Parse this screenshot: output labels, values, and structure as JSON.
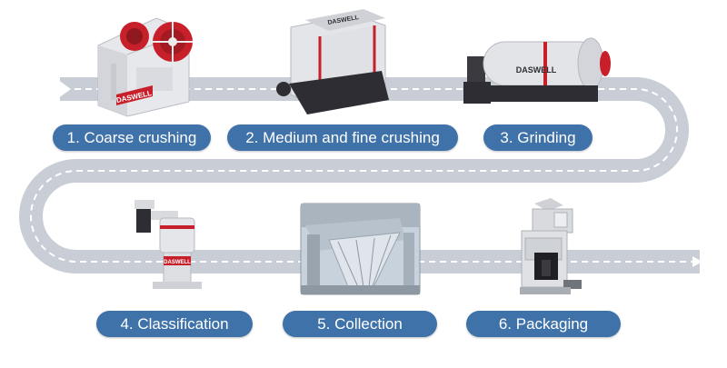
{
  "steps": [
    {
      "label": "1. Coarse crushing",
      "machine": "jaw-crusher",
      "brand": "DASWELL"
    },
    {
      "label": "2. Medium and fine crushing",
      "machine": "impact-crusher",
      "brand": "DASWELL"
    },
    {
      "label": "3. Grinding",
      "machine": "ball-mill",
      "brand": "DASWELL"
    },
    {
      "label": "4. Classification",
      "machine": "air-classifier",
      "brand": "DASWELL"
    },
    {
      "label": "5. Collection",
      "machine": "dust-collector-photo"
    },
    {
      "label": "6. Packaging",
      "machine": "packing-machine"
    }
  ],
  "colors": {
    "road": "#c9cdd6",
    "road_dash": "#ffffff",
    "label_bg": "#3f72a9",
    "label_text": "#ffffff",
    "machine_red": "#c8202a",
    "machine_dark": "#2d2d33"
  }
}
